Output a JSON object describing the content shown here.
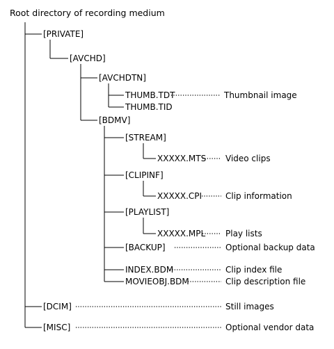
{
  "title": "Root directory of recording medium",
  "tree": {
    "private": "[PRIVATE]",
    "avchd": "[AVCHD]",
    "avchdtn": "[AVCHDTN]",
    "thumb_tdt": "THUMB.TDT",
    "thumb_tid": "THUMB.TID",
    "bdmv": "[BDMV]",
    "stream": "[STREAM]",
    "mts": "XXXXX.MTS",
    "clipinf": "[CLIPINF]",
    "cpi": "XXXXX.CPI",
    "playlist": "[PLAYLIST]",
    "mpl": "XXXXX.MPL",
    "backup": "[BACKUP]",
    "index_bdm": "INDEX.BDM",
    "movieobj_bdm": "MOVIEOBJ.BDM",
    "dcim": "[DCIM]",
    "misc": "[MISC]"
  },
  "descriptions": {
    "thumbnail": "Thumbnail image",
    "video_clips": "Video clips",
    "clip_information": "Clip information",
    "play_lists": "Play lists",
    "optional_backup": "Optional backup data",
    "clip_index": "Clip index file",
    "clip_description": "Clip description file",
    "still_images": "Still images",
    "optional_vendor": "Optional vendor data"
  }
}
